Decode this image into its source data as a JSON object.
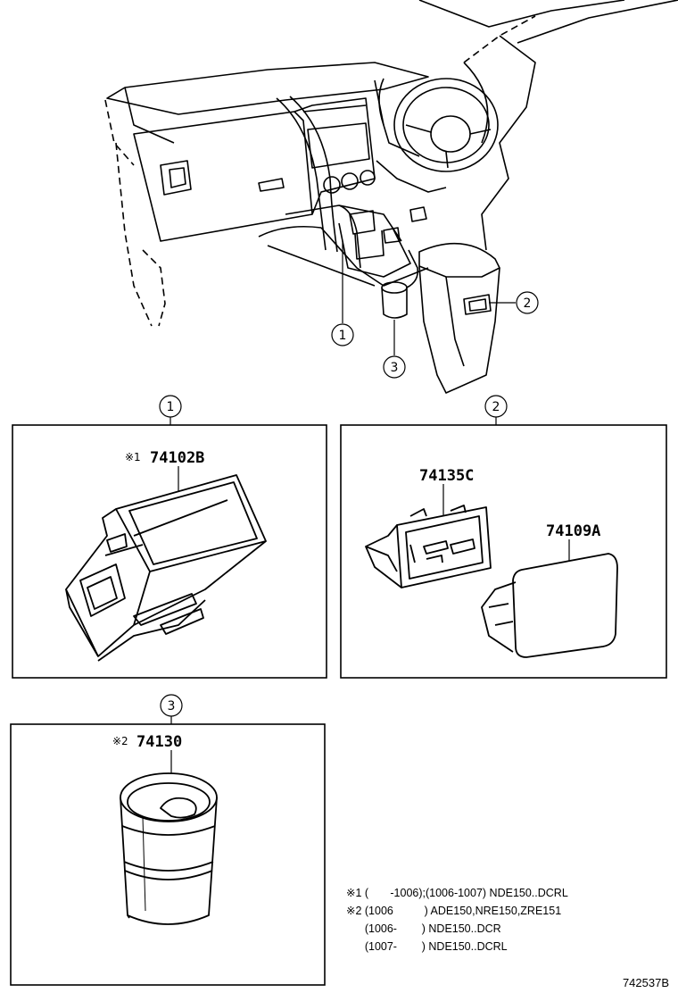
{
  "callouts": [
    "1",
    "2",
    "3"
  ],
  "panels": {
    "p1": {
      "mark": "※1",
      "part_number": "74102B"
    },
    "p2": {
      "part_a": "74135C",
      "part_b": "74109A"
    },
    "p3": {
      "mark": "※2",
      "part_number": "74130"
    }
  },
  "notes": [
    "※1 (       -1006);(1006-1007) NDE150..DCRL",
    "※2 (1006          ) ADE150,NRE150,ZRE151",
    "      (1006-        ) NDE150..DCR",
    "      (1007-        ) NDE150..DCRL"
  ],
  "figure_id": "742537B"
}
